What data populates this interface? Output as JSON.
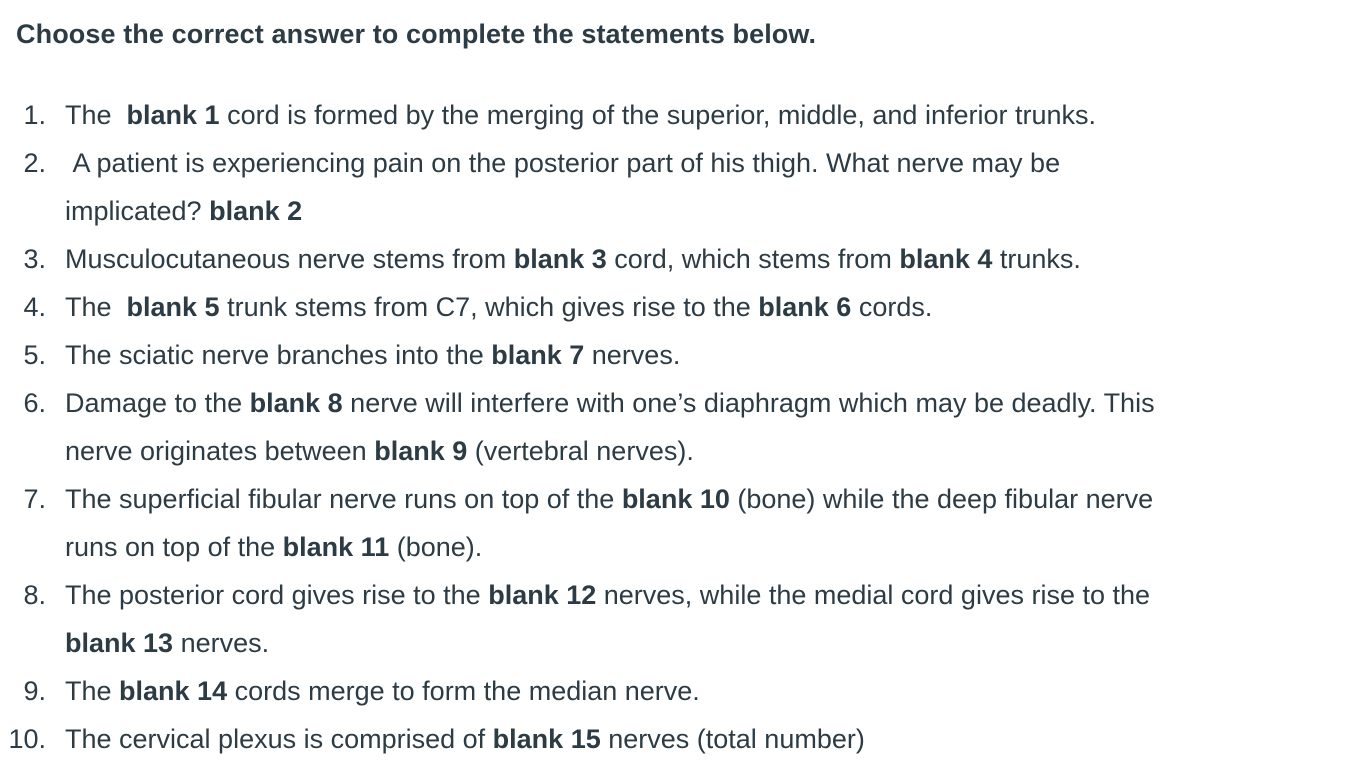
{
  "page": {
    "background_color": "#ffffff",
    "text_color": "#2D3B45"
  },
  "header": {
    "title": "Choose the correct answer to complete the statements below."
  },
  "questions": {
    "items": [
      {
        "number": "1.",
        "lines": [
          [
            {
              "t": "The  ",
              "b": false
            },
            {
              "t": "blank 1",
              "b": true
            },
            {
              "t": " cord is formed by the merging of the superior, middle, and inferior trunks.",
              "b": false
            }
          ]
        ]
      },
      {
        "number": "2.",
        "lines": [
          [
            {
              "t": " A patient is experiencing pain on the posterior part of his thigh. What nerve may be",
              "b": false
            }
          ],
          [
            {
              "t": "implicated? ",
              "b": false
            },
            {
              "t": "blank 2",
              "b": true
            }
          ]
        ]
      },
      {
        "number": "3.",
        "lines": [
          [
            {
              "t": "Musculocutaneous nerve stems from ",
              "b": false
            },
            {
              "t": "blank 3",
              "b": true
            },
            {
              "t": " cord, which stems from ",
              "b": false
            },
            {
              "t": "blank 4",
              "b": true
            },
            {
              "t": " trunks.",
              "b": false
            }
          ]
        ]
      },
      {
        "number": "4.",
        "lines": [
          [
            {
              "t": "The  ",
              "b": false
            },
            {
              "t": "blank 5",
              "b": true
            },
            {
              "t": " trunk stems from C7, which gives rise to the ",
              "b": false
            },
            {
              "t": "blank 6",
              "b": true
            },
            {
              "t": " cords.",
              "b": false
            }
          ]
        ]
      },
      {
        "number": "5.",
        "lines": [
          [
            {
              "t": "The sciatic nerve branches into the ",
              "b": false
            },
            {
              "t": "blank 7",
              "b": true
            },
            {
              "t": " nerves.",
              "b": false
            }
          ]
        ]
      },
      {
        "number": "6.",
        "lines": [
          [
            {
              "t": "Damage to the ",
              "b": false
            },
            {
              "t": "blank 8",
              "b": true
            },
            {
              "t": " nerve will interfere with one’s diaphragm which may be deadly. This",
              "b": false
            }
          ],
          [
            {
              "t": "nerve originates between ",
              "b": false
            },
            {
              "t": "blank 9",
              "b": true
            },
            {
              "t": " (vertebral nerves).",
              "b": false
            }
          ]
        ]
      },
      {
        "number": "7.",
        "lines": [
          [
            {
              "t": "The superficial fibular nerve runs on top of the ",
              "b": false
            },
            {
              "t": "blank 10",
              "b": true
            },
            {
              "t": " (bone) while the deep fibular nerve",
              "b": false
            }
          ],
          [
            {
              "t": "runs on top of the ",
              "b": false
            },
            {
              "t": "blank 11",
              "b": true
            },
            {
              "t": " (bone).",
              "b": false
            }
          ]
        ]
      },
      {
        "number": "8.",
        "lines": [
          [
            {
              "t": "The posterior cord gives rise to the ",
              "b": false
            },
            {
              "t": "blank 12",
              "b": true
            },
            {
              "t": " nerves, while the medial cord gives rise to the",
              "b": false
            }
          ],
          [
            {
              "t": "blank 13",
              "b": true
            },
            {
              "t": " nerves.",
              "b": false
            }
          ]
        ]
      },
      {
        "number": "9.",
        "lines": [
          [
            {
              "t": "The ",
              "b": false
            },
            {
              "t": "blank 14",
              "b": true
            },
            {
              "t": " cords merge to form the median nerve.",
              "b": false
            }
          ]
        ]
      },
      {
        "number": "10.",
        "lines": [
          [
            {
              "t": "The cervical plexus is comprised of ",
              "b": false
            },
            {
              "t": "blank 15",
              "b": true
            },
            {
              "t": " nerves (total number)",
              "b": false
            }
          ]
        ]
      }
    ]
  }
}
